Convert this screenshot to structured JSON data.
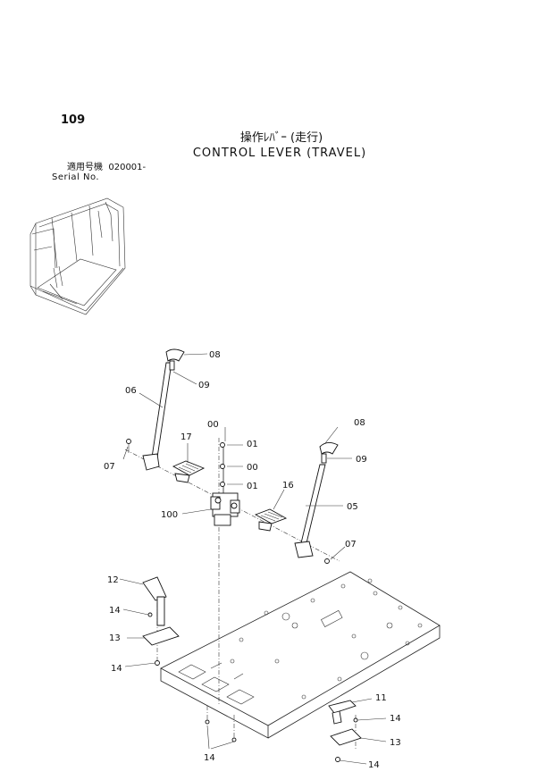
{
  "page_number": "109",
  "title_jp": "操作ﾚﾊﾞｰ (走行)",
  "title_en": "CONTROL LEVER (TRAVEL)",
  "serial": {
    "label_jp": "適用号機",
    "range": "020001-",
    "label_en": "Serial No."
  },
  "callouts": {
    "c08a": "08",
    "c09a": "09",
    "c06": "06",
    "c07a": "07",
    "c17": "17",
    "c00a": "00",
    "c01a": "01",
    "c00b": "00",
    "c01b": "01",
    "c08b": "08",
    "c09b": "09",
    "c16": "16",
    "c100": "100",
    "c05": "05",
    "c07b": "07",
    "c12": "12",
    "c14a": "14",
    "c13a": "13",
    "c14b": "14",
    "c11": "11",
    "c14c": "14",
    "c13b": "13",
    "c14d": "14",
    "c14e": "14"
  }
}
